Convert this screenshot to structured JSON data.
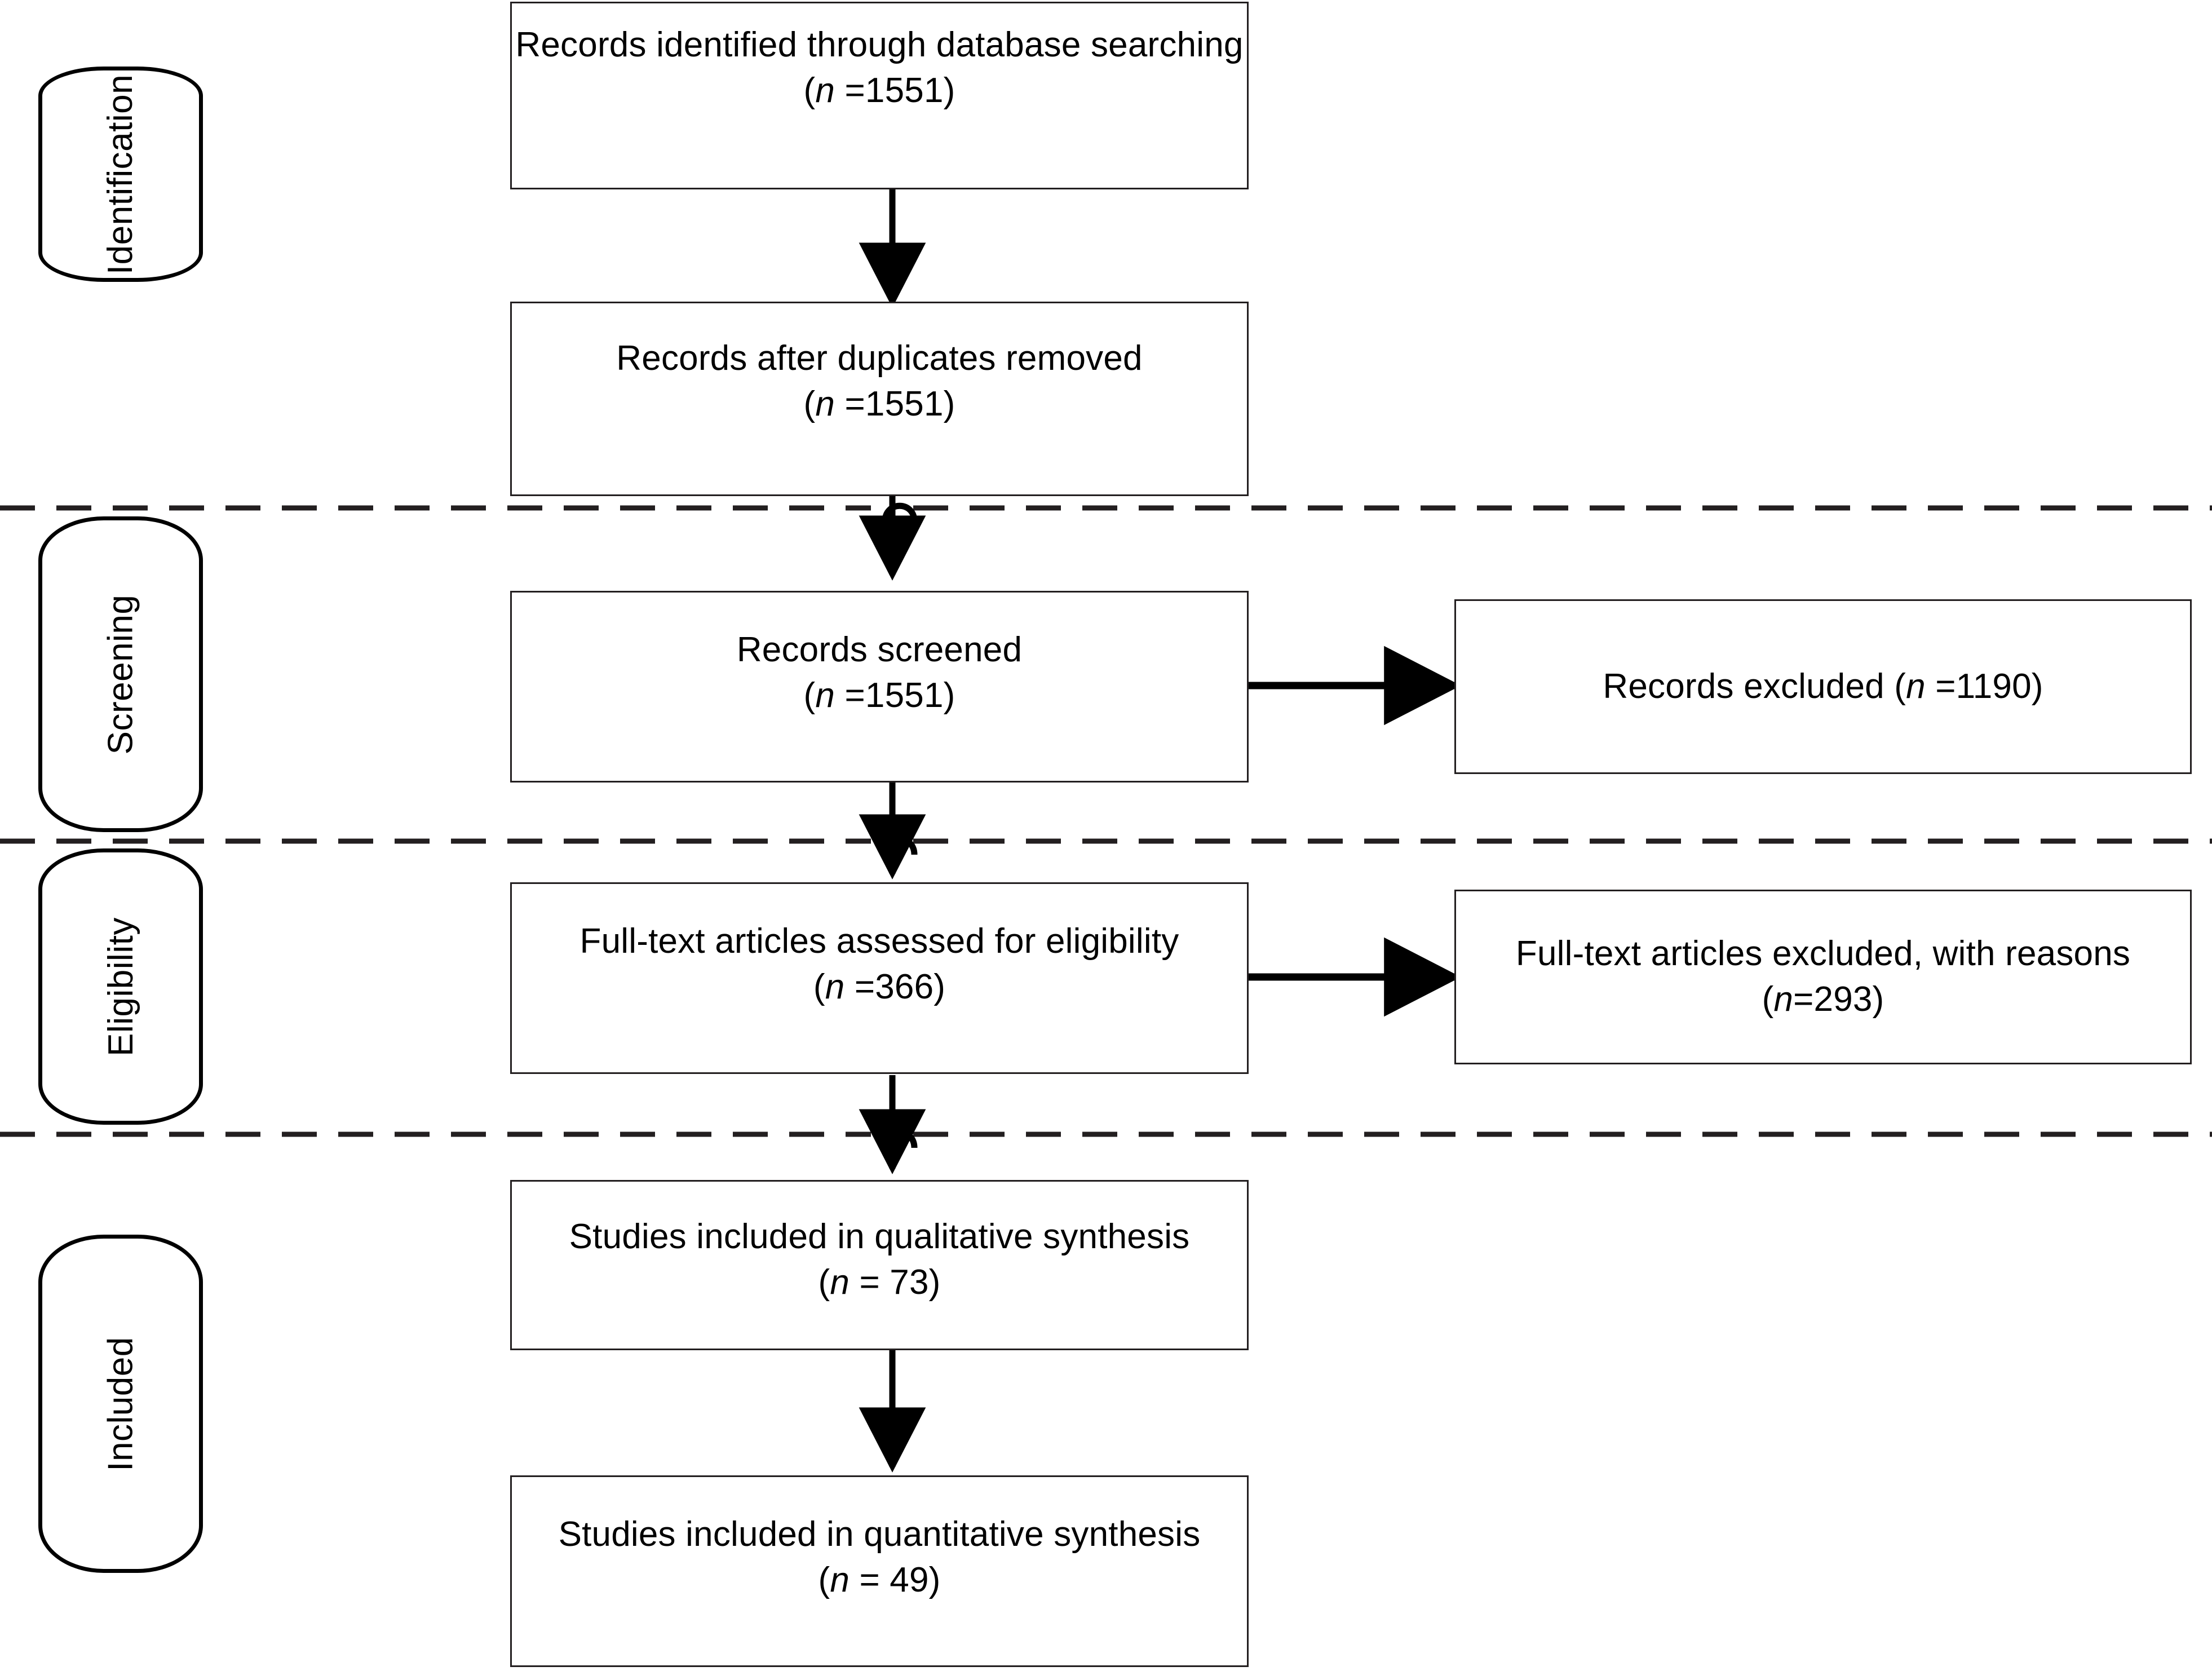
{
  "diagram": {
    "title": "PRISMA flow diagram",
    "type": "prisma-flow",
    "line_color": "#231f20",
    "text_color": "#000000",
    "background": "#ffffff"
  },
  "stages": [
    {
      "id": "identification",
      "label": "Identification"
    },
    {
      "id": "screening",
      "label": "Screening"
    },
    {
      "id": "eligibility",
      "label": "Eligibility"
    },
    {
      "id": "included",
      "label": "Included"
    }
  ],
  "boxes": {
    "identified": {
      "line1": "Records identified through database searching",
      "line2_prefix": "(",
      "line2_var": "n",
      "line2_suffix": " =1551)",
      "n": 1551
    },
    "after_duplicates": {
      "line1": "Records after duplicates removed",
      "line2_prefix": "(",
      "line2_var": "n",
      "line2_suffix": " =1551)",
      "n": 1551
    },
    "screened": {
      "line1": "Records screened",
      "line2_prefix": "(",
      "line2_var": "n",
      "line2_suffix": " =1551)",
      "n": 1551
    },
    "records_excluded": {
      "line1_prefix": "Records excluded (",
      "line1_var": "n",
      "line1_suffix": " =1190)",
      "n": 1190
    },
    "fulltext_assessed": {
      "line1": "Full-text articles assessed for eligibility",
      "line2_prefix": "(",
      "line2_var": "n",
      "line2_suffix": " =366)",
      "n": 366
    },
    "fulltext_excluded": {
      "line1_prefix": "Full-text articles excluded, with reasons (",
      "line1_var": "n",
      "line1_suffix": "=293)",
      "n": 293
    },
    "qualitative": {
      "line1": "Studies included in qualitative synthesis",
      "line2_prefix": "(",
      "line2_var": "n",
      "line2_suffix": " = 73)",
      "n": 73
    },
    "quantitative": {
      "line1": "Studies included in quantitative synthesis",
      "line2_prefix": "(",
      "line2_var": "n",
      "line2_suffix": " = 49)",
      "n": 49
    }
  },
  "flow": {
    "vertical_arrows": 5,
    "horizontal_arrows": 2,
    "divider_count": 3,
    "divider_style": "dashed"
  }
}
